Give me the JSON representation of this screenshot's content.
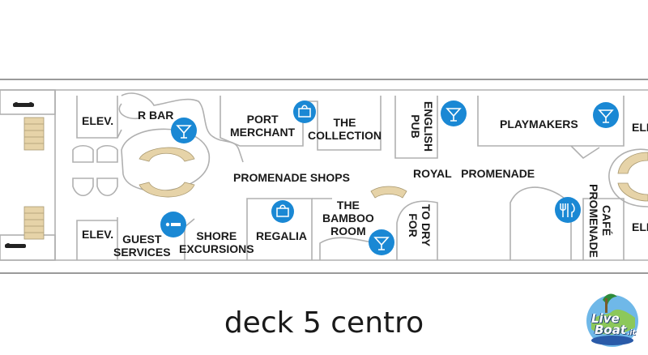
{
  "title": "deck 5 centro",
  "labels": {
    "elev_top": "ELEV.",
    "elev_bottom": "ELEV.",
    "elev_right_top": "ELE",
    "elev_right_bottom": "ELE",
    "r_bar": "R BAR",
    "port_merchant": "PORT\nMERCHANT",
    "the_collection": "THE\nCOLLECTION",
    "english_pub": "ENGLISH\nPUB",
    "playmakers": "PLAYMAKERS",
    "promenade_shops": "PROMENADE SHOPS",
    "royal_promenade": "ROYAL   PROMENADE",
    "guest_services": "GUEST\nSERVICES",
    "shore_excursions": "SHORE\nEXCURSIONS",
    "regalia": "REGALIA",
    "the_bamboo_room": "THE\nBAMBOO\nROOM",
    "to_dry_for": "TO DRY\nFOR",
    "cafe_promenade": "CAFÉ\nPROMENADE"
  },
  "icons": {
    "r_bar": "cocktail-icon",
    "port_merchant": "shopping-bag-icon",
    "english_pub": "cocktail-icon",
    "playmakers": "cocktail-icon",
    "regalia": "shopping-bag-icon",
    "bamboo_room": "cocktail-icon",
    "guest_services": "info-icon",
    "cafe": "dining-icon"
  },
  "logo": {
    "line1": "Live",
    "line2": "Boat",
    "suffix": ".it"
  },
  "colors": {
    "icon_blue": "#1a88d4",
    "stair_tan": "#e6d3a8",
    "wall": "#a8a8a8",
    "hull": "#9a9a9a"
  }
}
